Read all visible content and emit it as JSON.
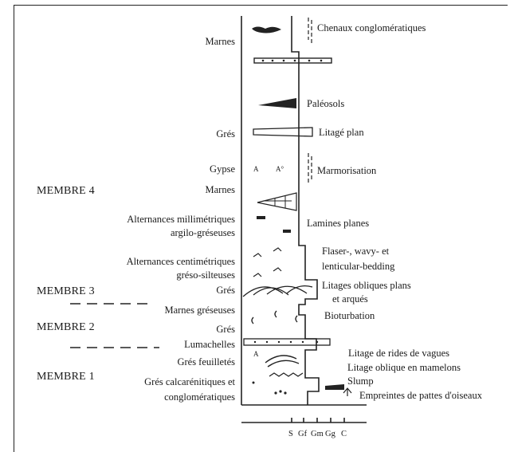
{
  "lithologies": {
    "marnes_top": "Marnes",
    "gres_1": "Grés",
    "gypse": "Gypse",
    "marnes_2": "Marnes",
    "alt_mm_1": "Alternances millimétriques",
    "alt_mm_2": "argilo-gréseuses",
    "alt_cm_1": "Alternances centimétriques",
    "alt_cm_2": "gréso-silteuses",
    "gres_2": "Grés",
    "marnes_gres": "Marnes gréseuses",
    "gres_3": "Grés",
    "lumachelles": "Lumachelles",
    "gres_feuil": "Grés feuilletés",
    "gres_calc_1": "Grés calcarénitiques et",
    "gres_calc_2": "conglomératiques"
  },
  "members": {
    "m4": "MEMBRE 4",
    "m3": "MEMBRE 3",
    "m2": "MEMBRE 2",
    "m1": "MEMBRE 1"
  },
  "structures": {
    "chenaux": "Chenaux conglomératiques",
    "paleosols": "Paléosols",
    "litage_plan": "Litagé plan",
    "marmorisation": "Marmorisation",
    "lamines": "Lamines planes",
    "flaser_1": "Flaser-, wavy- et",
    "flaser_2": "lenticular-bedding",
    "litages_obl_1": "Litages obliques plans",
    "litages_obl_2": "et arqués",
    "bioturbation": "Bioturbation",
    "rides": "Litage de rides de vagues",
    "mamelons": "Litage oblique en mamelons",
    "slump": "Slump",
    "empreintes": "Empreintes de pattes d'oiseaux"
  },
  "grain_axis": [
    "S",
    "Gf",
    "Gm",
    "Gg",
    "C"
  ]
}
